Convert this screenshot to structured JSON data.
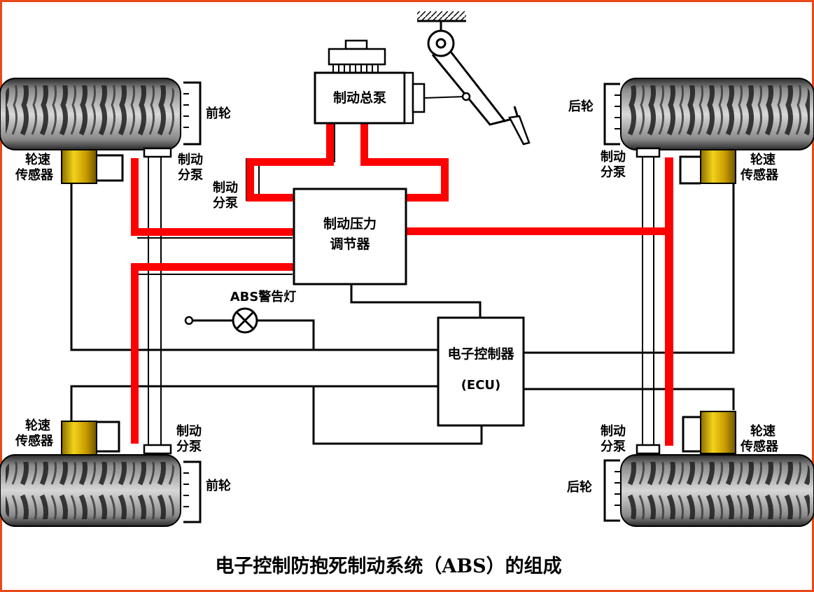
{
  "caption": "电子控制防抱死制动系统（ABS）的组成",
  "labels": {
    "master_cylinder": "制动总泵",
    "pressure_modulator_line1": "制动压力",
    "pressure_modulator_line2": "调节器",
    "ecu_line1": "电子控制器",
    "ecu_line2": "(ECU)",
    "abs_warning_lamp": "ABS警告灯",
    "front_wheel_top": "前轮",
    "front_wheel_bottom": "前轮",
    "rear_wheel_top": "后轮",
    "rear_wheel_bottom": "后轮",
    "wheel_cylinder_line1": "制动",
    "wheel_cylinder_line2": "分泵",
    "speed_sensor_line1": "轮速",
    "speed_sensor_line2": "传感器"
  },
  "colors": {
    "frame_border": "#e8491a",
    "brake_line": "#ff0000",
    "sensor": "#d9b300",
    "wire": "#000000"
  }
}
